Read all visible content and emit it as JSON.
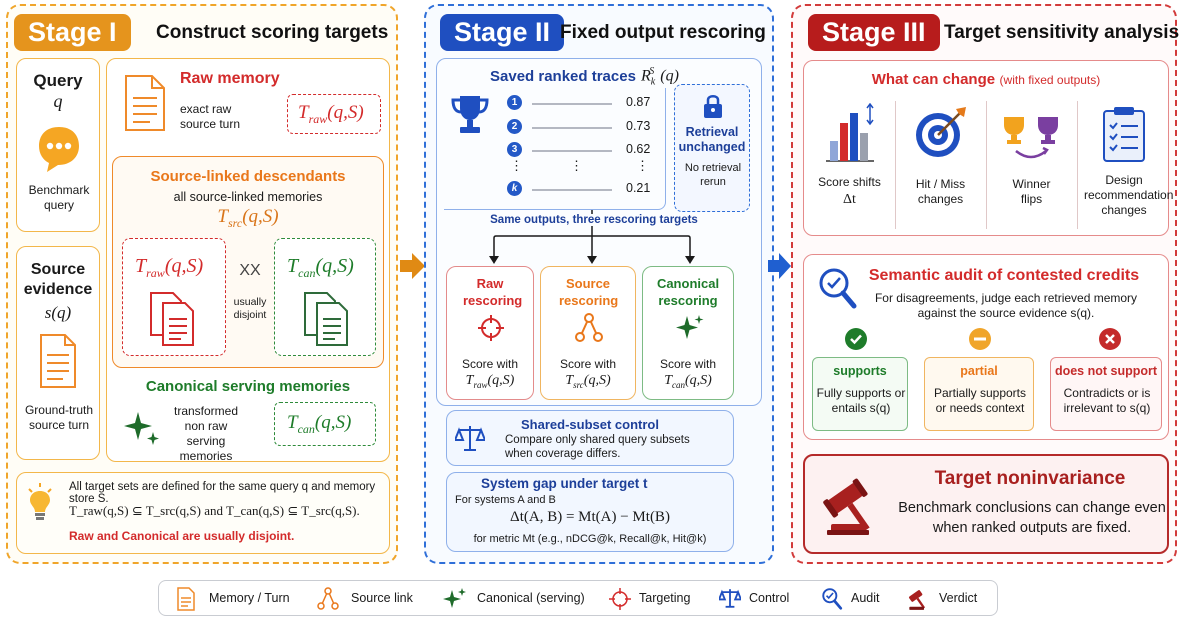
{
  "stage1": {
    "badge": "Stage I",
    "title": "Construct scoring targets",
    "query_title": "Query",
    "query_var": "q",
    "benchmark_query": "Benchmark query",
    "source_title_1": "Source",
    "source_title_2": "evidence",
    "source_var": "s(q)",
    "ground_truth": "Ground-truth source turn",
    "raw_memory_title": "Raw memory",
    "raw_memory_desc": "exact raw source turn",
    "t_raw": "T",
    "t_raw_sub": "raw",
    "t_args": "(q,S)",
    "descendants_title": "Source-linked descendants",
    "descendants_desc": "all source-linked memories",
    "t_src_sub": "src",
    "t_can_sub": "can",
    "usually_disjoint": "usually disjoint",
    "cross_symbol": "XX",
    "canonical_title": "Canonical serving memories",
    "canonical_desc": "transformed non raw serving memories",
    "note_line1": "All target sets are defined for the same query q and memory store S.",
    "note_line2": "T_raw(q,S) ⊆ T_src(q,S) and T_can(q,S) ⊆ T_src(q,S).",
    "note_warning": "Raw and Canonical are usually disjoint."
  },
  "stage2": {
    "badge": "Stage II",
    "title": "Fixed output rescoring",
    "traces_title": "Saved ranked traces",
    "traces_var": "R",
    "ranks": [
      {
        "label": "1",
        "score": "0.87"
      },
      {
        "label": "2",
        "score": "0.73"
      },
      {
        "label": "3",
        "score": "0.62"
      },
      {
        "label": "k",
        "score": "0.21"
      }
    ],
    "ellipsis": "⋮",
    "retrieval_title": "Retrieval unchanged",
    "retrieval_desc": "No retrieval rerun",
    "same_outputs": "Same outputs, three rescoring targets",
    "raw_title": "Raw rescoring",
    "source_title": "Source rescoring",
    "canonical_title": "Canonical rescoring",
    "score_with": "Score with",
    "shared_title": "Shared-subset control",
    "shared_desc": "Compare only shared query subsets when coverage differs.",
    "gap_title": "System gap under target t",
    "gap_systems": "For systems A and B",
    "gap_formula": "Δt(A, B) = Mt(A) − Mt(B)",
    "gap_metric": "for metric Mt (e.g., nDCG@k, Recall@k, Hit@k)"
  },
  "stage3": {
    "badge": "Stage III",
    "title": "Target sensitivity analysis",
    "change_title": "What can change",
    "change_sub": "(with fixed outputs)",
    "changes": [
      {
        "label": "Score shifts",
        "sub": "Δt"
      },
      {
        "label": "Hit / Miss changes",
        "sub": ""
      },
      {
        "label": "Winner flips",
        "sub": ""
      },
      {
        "label": "Design recommendation changes",
        "sub": ""
      }
    ],
    "audit_title": "Semantic audit of contested credits",
    "audit_desc": "For disagreements, judge each retrieved memory against the source evidence s(q).",
    "verdicts": [
      {
        "label": "supports",
        "desc": "Fully supports or entails s(q)",
        "color": "#1e7c2a"
      },
      {
        "label": "partial",
        "desc": "Partially supports or needs context",
        "color": "#e9771a"
      },
      {
        "label": "does not support",
        "desc": "Contradicts or is irrelevant to s(q)",
        "color": "#c42b2b"
      }
    ],
    "noninvariance_title": "Target noninvariance",
    "noninvariance_desc": "Benchmark conclusions can change even when ranked outputs are fixed."
  },
  "legend": [
    {
      "icon": "memory-turn-icon",
      "label": "Memory / Turn"
    },
    {
      "icon": "source-link-icon",
      "label": "Source link"
    },
    {
      "icon": "canonical-icon",
      "label": "Canonical (serving)"
    },
    {
      "icon": "targeting-icon",
      "label": "Targeting"
    },
    {
      "icon": "control-icon",
      "label": "Control"
    },
    {
      "icon": "audit-icon",
      "label": "Audit"
    },
    {
      "icon": "verdict-icon",
      "label": "Verdict"
    }
  ],
  "colors": {
    "stage1": "#e8941a",
    "stage2": "#1f4fc0",
    "stage3": "#b71c1c"
  }
}
